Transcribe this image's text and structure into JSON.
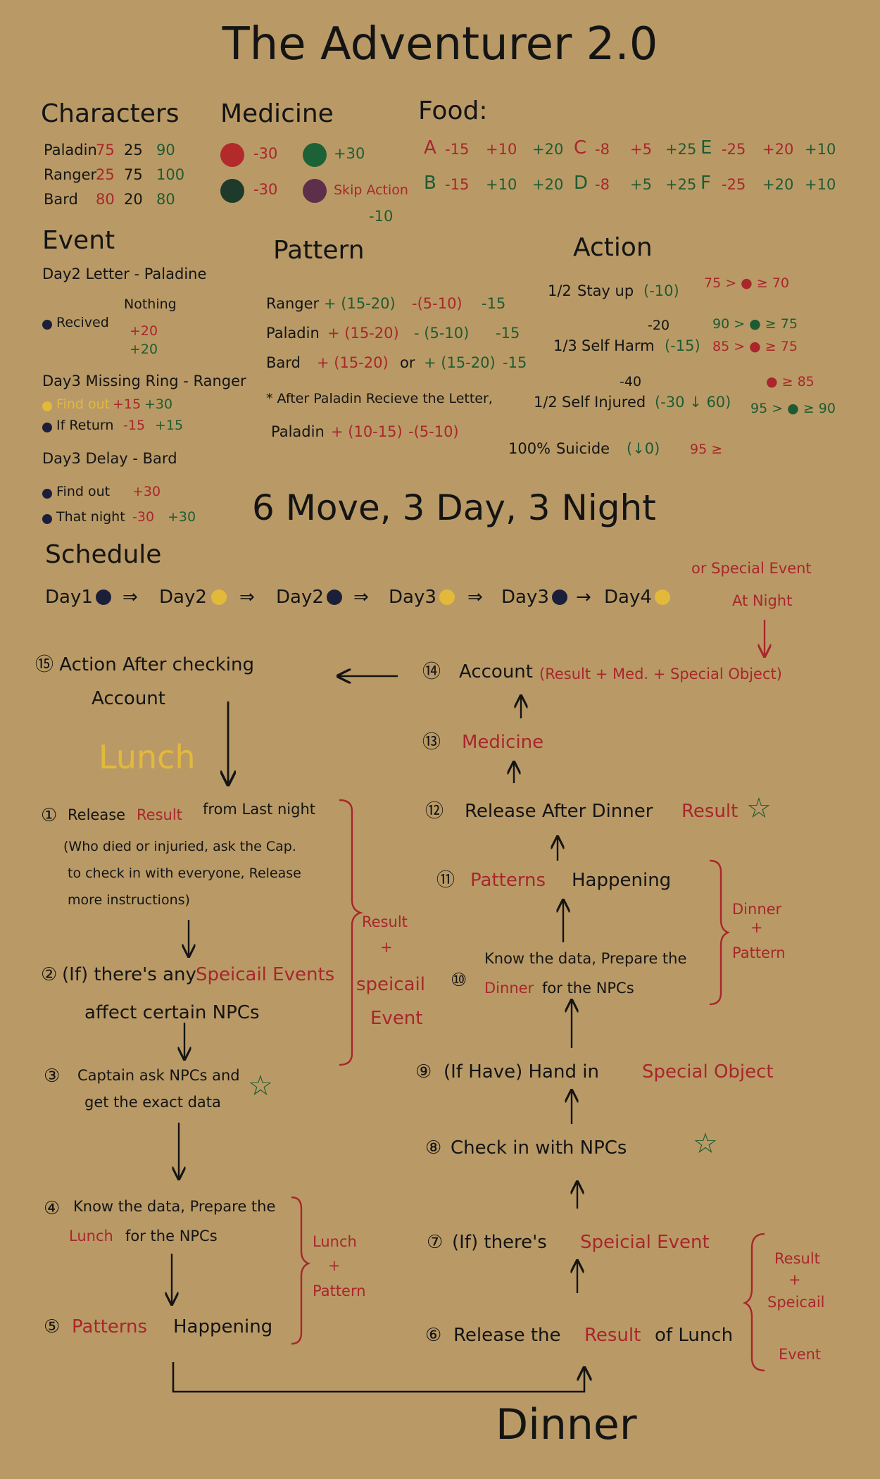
{
  "title": "The Adventurer 2.0",
  "characters": {
    "heading": "Characters",
    "rows": [
      {
        "name": "Paladin",
        "a": "75",
        "b": "25",
        "c": "90"
      },
      {
        "name": "Ranger",
        "a": "25",
        "b": "75",
        "c": "100"
      },
      {
        "name": "Bard",
        "a": "80",
        "b": "20",
        "c": "80"
      }
    ]
  },
  "medicine": {
    "heading": "Medicine",
    "items": [
      {
        "color": "#b22a2c",
        "value": "-30"
      },
      {
        "color": "#1d6236",
        "value": "+30"
      },
      {
        "color": "#1e3a2a",
        "value": "-30"
      },
      {
        "color": "#5e2f4a",
        "value": "Skip Action"
      }
    ],
    "skip_value": "-10"
  },
  "food": {
    "heading": "Food:",
    "rows": [
      [
        {
          "letter": "A",
          "v1": "-15",
          "v2": "+10",
          "v3": "+20"
        },
        {
          "letter": "C",
          "v1": "-8",
          "v2": "+5",
          "v3": "+25"
        },
        {
          "letter": "E",
          "v1": "-25",
          "v2": "+20",
          "v3": "+10"
        }
      ],
      [
        {
          "letter": "B",
          "v1": "-15",
          "v2": "+10",
          "v3": "+20"
        },
        {
          "letter": "D",
          "v1": "-8",
          "v2": "+5",
          "v3": "+25"
        },
        {
          "letter": "F",
          "v1": "-25",
          "v2": "+20",
          "v3": "+10"
        }
      ]
    ]
  },
  "event": {
    "heading": "Event",
    "day2_title": "Day2 Letter - Paladine",
    "day2_received": "Recived",
    "day2_nothing": "Nothing",
    "day2_plus1": "+20",
    "day2_plus2": "+20",
    "day3_ring_title": "Day3 Missing Ring - Ranger",
    "day3_ring_find": "Find out",
    "day3_ring_find_v1": "+15",
    "day3_ring_find_v2": "+30",
    "day3_ring_return": "If Return",
    "day3_ring_return_v1": "-15",
    "day3_ring_return_v2": "+15",
    "day3_delay_title": "Day3 Delay - Bard",
    "day3_delay_find": "Find out",
    "day3_delay_find_v": "+30",
    "day3_delay_night": "That night",
    "day3_delay_night_v1": "-30",
    "day3_delay_night_v2": "+30"
  },
  "pattern": {
    "heading": "Pattern",
    "ranger_name": "Ranger",
    "ranger_v1": "+ (15-20)",
    "ranger_v2": "-(5-10)",
    "ranger_v3": "-15",
    "paladin_name": "Paladin",
    "paladin_v1": "+ (15-20)",
    "paladin_v2": "- (5-10)",
    "paladin_v3": "-15",
    "bard_name": "Bard",
    "bard_v1": "+ (15-20)",
    "bard_or": "or",
    "bard_v2": "+ (15-20)",
    "bard_v3": "-15",
    "note": "* After Paladin Recieve the Letter,",
    "note2_name": "Paladin",
    "note2_v1": "+ (10-15)",
    "note2_v2": "-(5-10)"
  },
  "action": {
    "heading": "Action",
    "r1_frac": "1/2",
    "r1_label": "Stay up",
    "r1_val": "(-10)",
    "r1_cond": "75 > ● ≥ 70",
    "r2_small": "-20",
    "r2_frac": "1/3",
    "r2_label": "Self Harm",
    "r2_val": "(-15)",
    "r2_cond_a": "90 > ● ≥ 75",
    "r2_cond_b": "85 > ● ≥ 75",
    "r3_small": "-40",
    "r3_frac": "1/2",
    "r3_label": "Self Injured",
    "r3_val": "(-30 ↓ 60)",
    "r3_cond_a": "● ≥ 85",
    "r3_cond_b": "95 > ● ≥ 90",
    "r4_frac": "100%",
    "r4_label": "Suicide",
    "r4_val": "(↓0)",
    "r4_cond": "95 ≥"
  },
  "moves": "6 Move, 3 Day, 3 Night",
  "schedule": {
    "heading": "Schedule",
    "steps": [
      {
        "label": "Day1",
        "dot": "#1c1f3a"
      },
      {
        "label": "Day2",
        "dot": "#e3b93a"
      },
      {
        "label": "Day2",
        "dot": "#1c1f3a"
      },
      {
        "label": "Day3",
        "dot": "#e3b93a"
      },
      {
        "label": "Day3",
        "dot": "#1c1f3a"
      },
      {
        "label": "Day4",
        "dot": "#e3b93a"
      }
    ],
    "special_1": "or Special Event",
    "special_2": "At Night"
  },
  "flow": {
    "s15_a": "⑮ Action After checking",
    "s15_b": "Account",
    "s14_num": "⑭",
    "s14_label": "Account",
    "s14_detail": "(Result + Med. + Special Object)",
    "s13_num": "⑬",
    "s13_label": "Medicine",
    "s12_num": "⑫",
    "s12_label": "Release After Dinner",
    "s12_result": "Result",
    "s11_num": "⑪",
    "s11_a": "Patterns",
    "s11_b": "Happening",
    "s10_num": "⑩",
    "s10_a": "Know the data, Prepare the",
    "s10_b": "Dinner",
    "s10_c": "for the NPCs",
    "dinner_brace_1": "Dinner",
    "dinner_brace_2": "+",
    "dinner_brace_3": "Pattern",
    "lunch": "Lunch",
    "s1_num": "①",
    "s1_a": "Release",
    "s1_b": "Result",
    "s1_c": "from Last night",
    "s1_d": "(Who died or injuried, ask the Cap.",
    "s1_e": "to check in with everyone, Release",
    "s1_f": "more instructions)",
    "s2_num": "②",
    "s2_a": "(If) there's any",
    "s2_b": "Speicail Events",
    "s2_c": "affect certain NPCs",
    "result_brace_1": "Result",
    "result_brace_2": "+",
    "result_brace_3": "speicail",
    "result_brace_4": "Event",
    "s3_num": "③",
    "s3_a": "Captain ask NPCs and",
    "s3_b": "get the exact data",
    "s4_num": "④",
    "s4_a": "Know the data, Prepare the",
    "s4_b": "Lunch",
    "s4_c": "for the NPCs",
    "lunch_brace_1": "Lunch",
    "lunch_brace_2": "+",
    "lunch_brace_3": "Pattern",
    "s5_num": "⑤",
    "s5_a": "Patterns",
    "s5_b": "Happening",
    "s9_num": "⑨",
    "s9_a": "(If Have) Hand in",
    "s9_b": "Special Object",
    "s8_num": "⑧",
    "s8_a": "Check in with NPCs",
    "s7_num": "⑦",
    "s7_a": "(If) there's",
    "s7_b": "Speicial Event",
    "s6_num": "⑥",
    "s6_a": "Release the",
    "s6_b": "Result",
    "s6_c": "of Lunch",
    "result2_brace_1": "Result",
    "result2_brace_2": "+",
    "result2_brace_3": "Speicail",
    "result2_brace_4": "Event",
    "dinner": "Dinner",
    "star_glyph": "☆"
  }
}
